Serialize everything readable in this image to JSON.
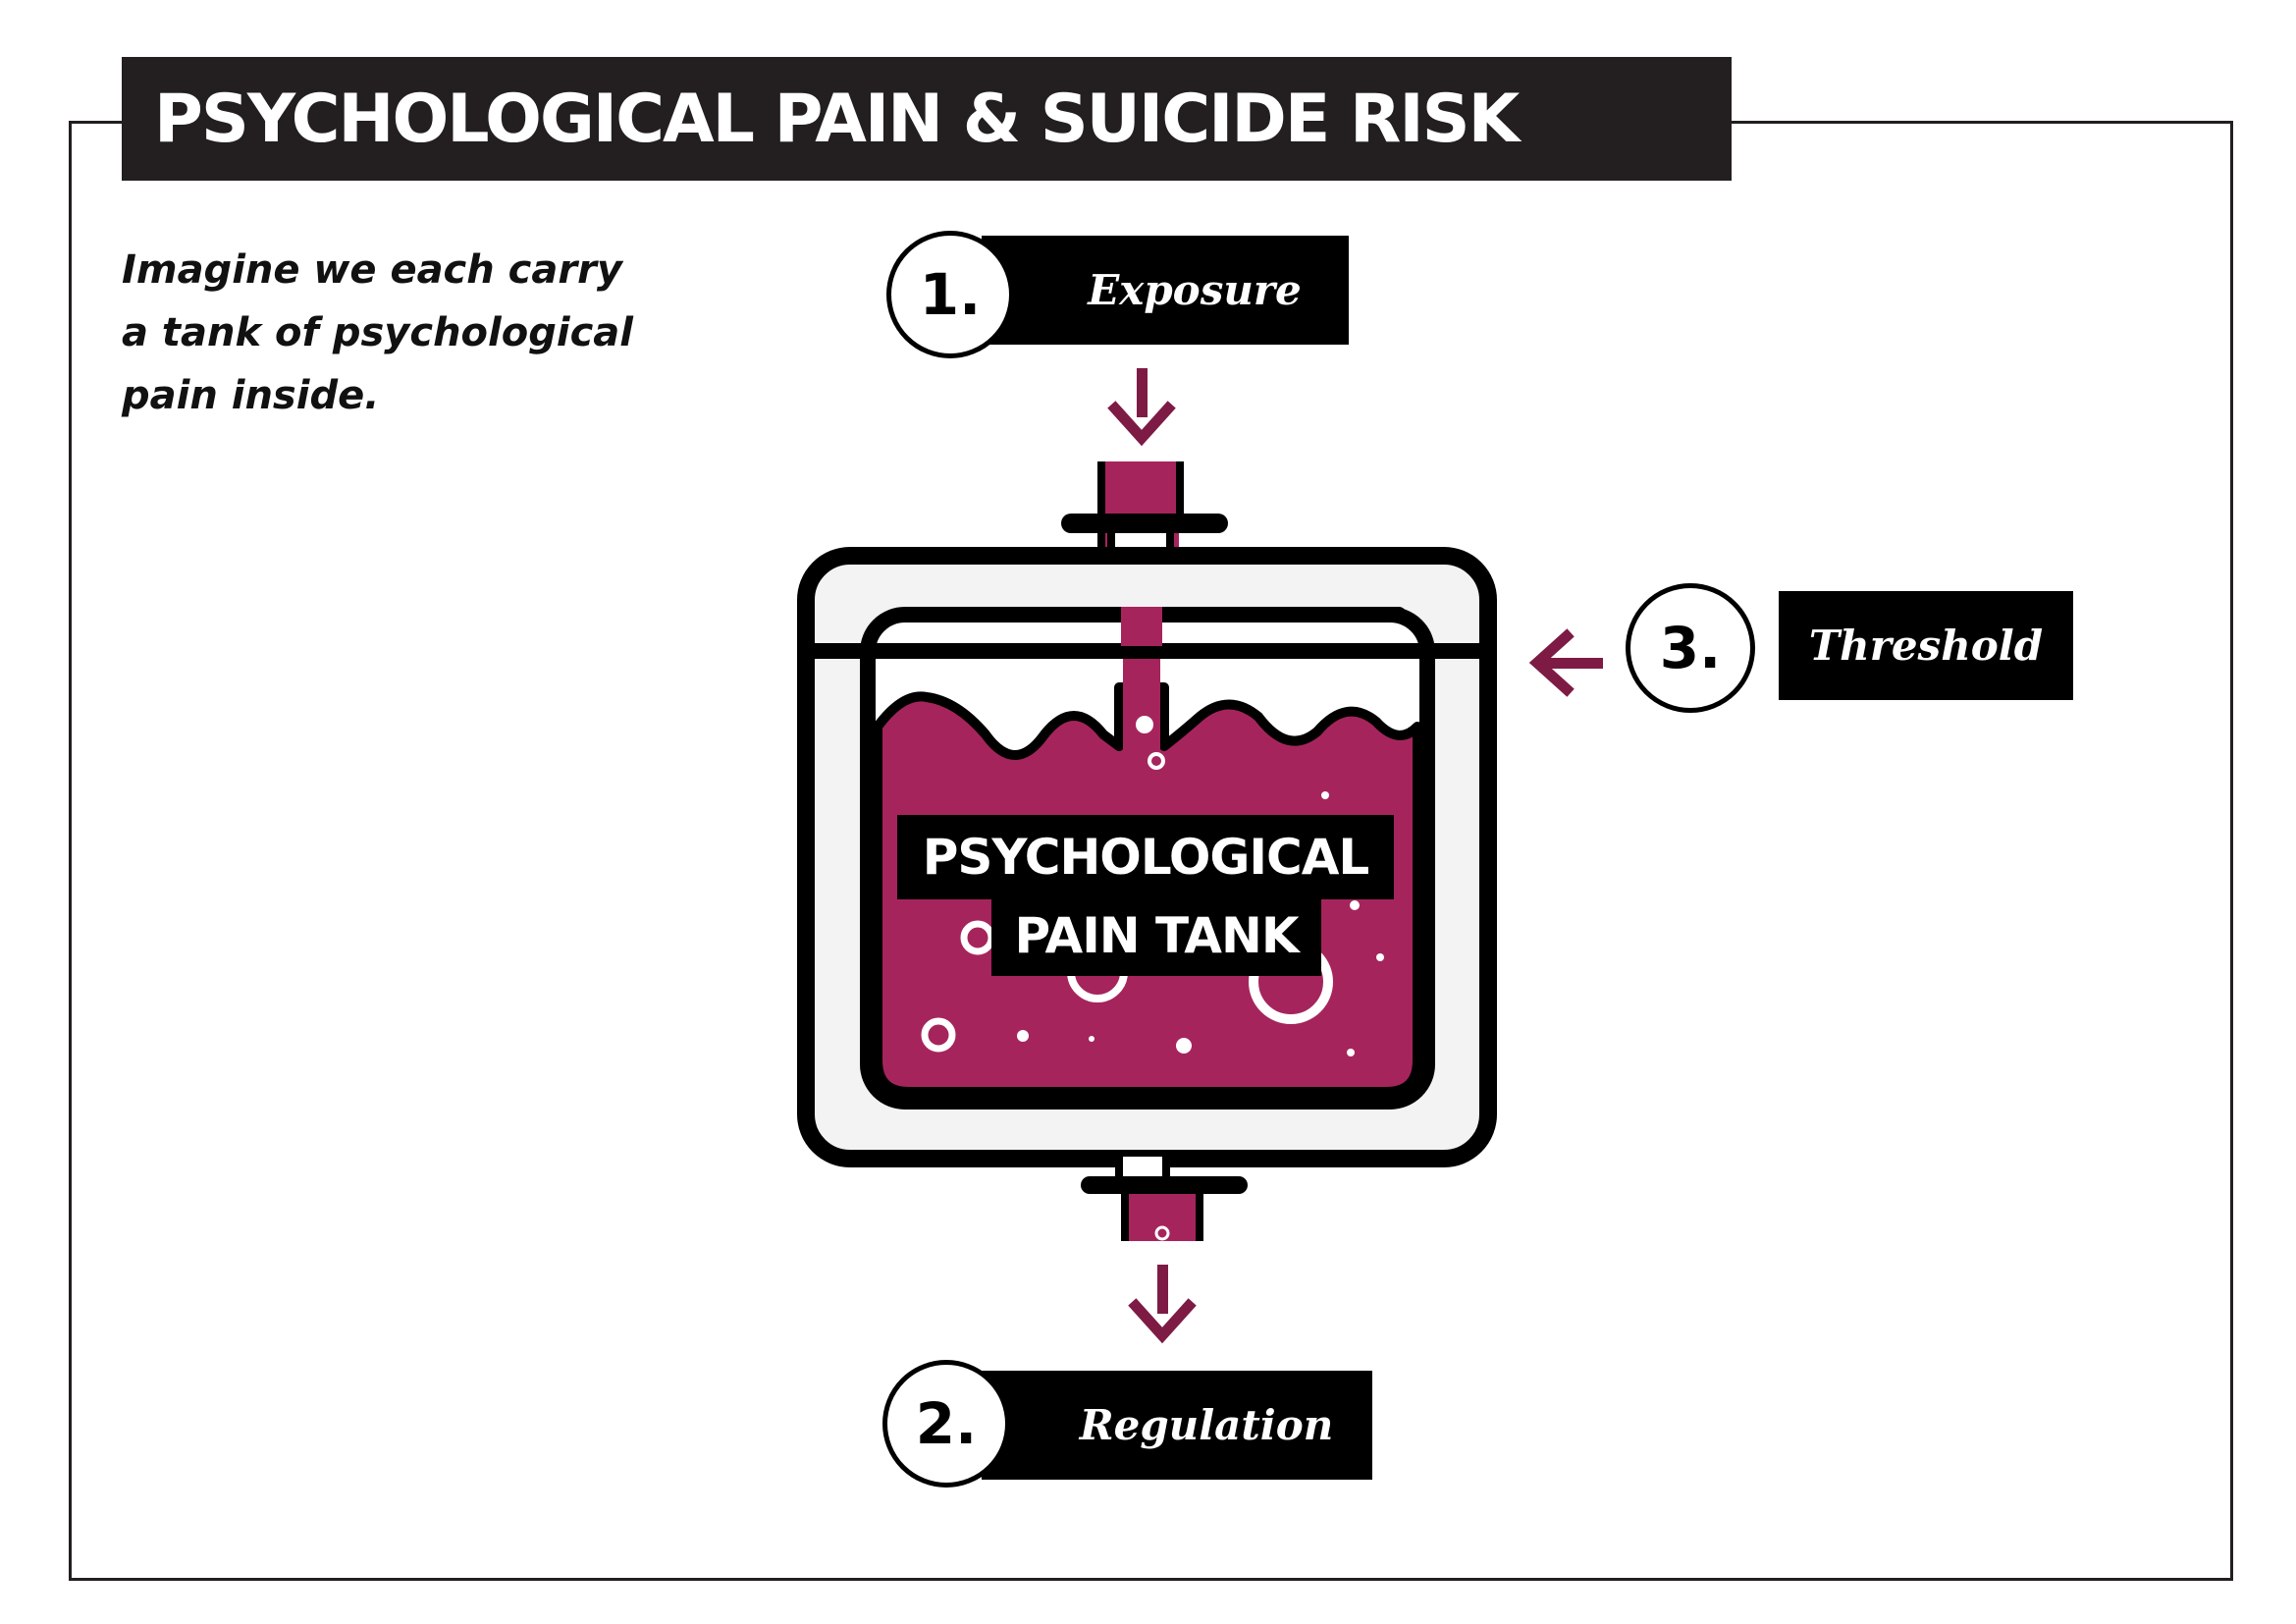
{
  "title": "PSYCHOLOGICAL PAIN & SUICIDE RISK",
  "intro": {
    "line1": "Imagine we each carry",
    "line2": "a tank of psychological",
    "line3": "pain inside."
  },
  "tank": {
    "line1": "PSYCHOLOGICAL",
    "line2": "PAIN TANK"
  },
  "steps": [
    {
      "number": "1.",
      "label": "Exposure"
    },
    {
      "number": "2.",
      "label": "Regulation"
    },
    {
      "number": "3.",
      "label": "Threshold"
    }
  ],
  "colors": {
    "accent": "#a6245c",
    "arrow": "#7d1b45",
    "dark": "#231f20"
  },
  "icons": [
    "down-arrow-icon",
    "left-arrow-icon",
    "tank-icon",
    "bubble-icon"
  ]
}
